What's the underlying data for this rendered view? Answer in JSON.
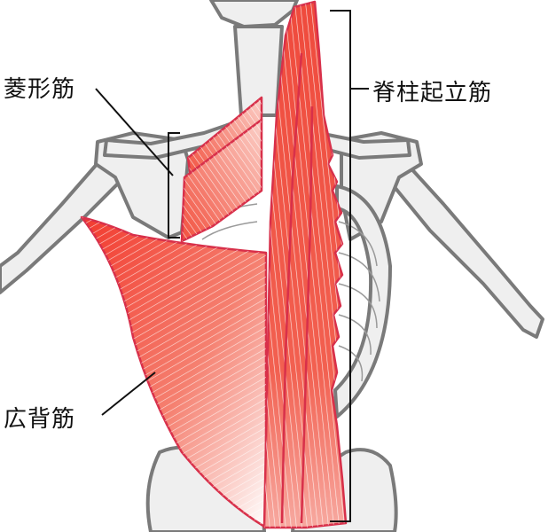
{
  "labels": {
    "rhomboid": "菱形筋",
    "latissimus": "広背筋",
    "erector": "脊柱起立筋"
  },
  "colors": {
    "muscle": "#f23a2e",
    "muscle_outline": "#d8304a",
    "bone_outline": "#7a7a7a",
    "bone_fill": "#efefef",
    "annotation": "#111111"
  }
}
